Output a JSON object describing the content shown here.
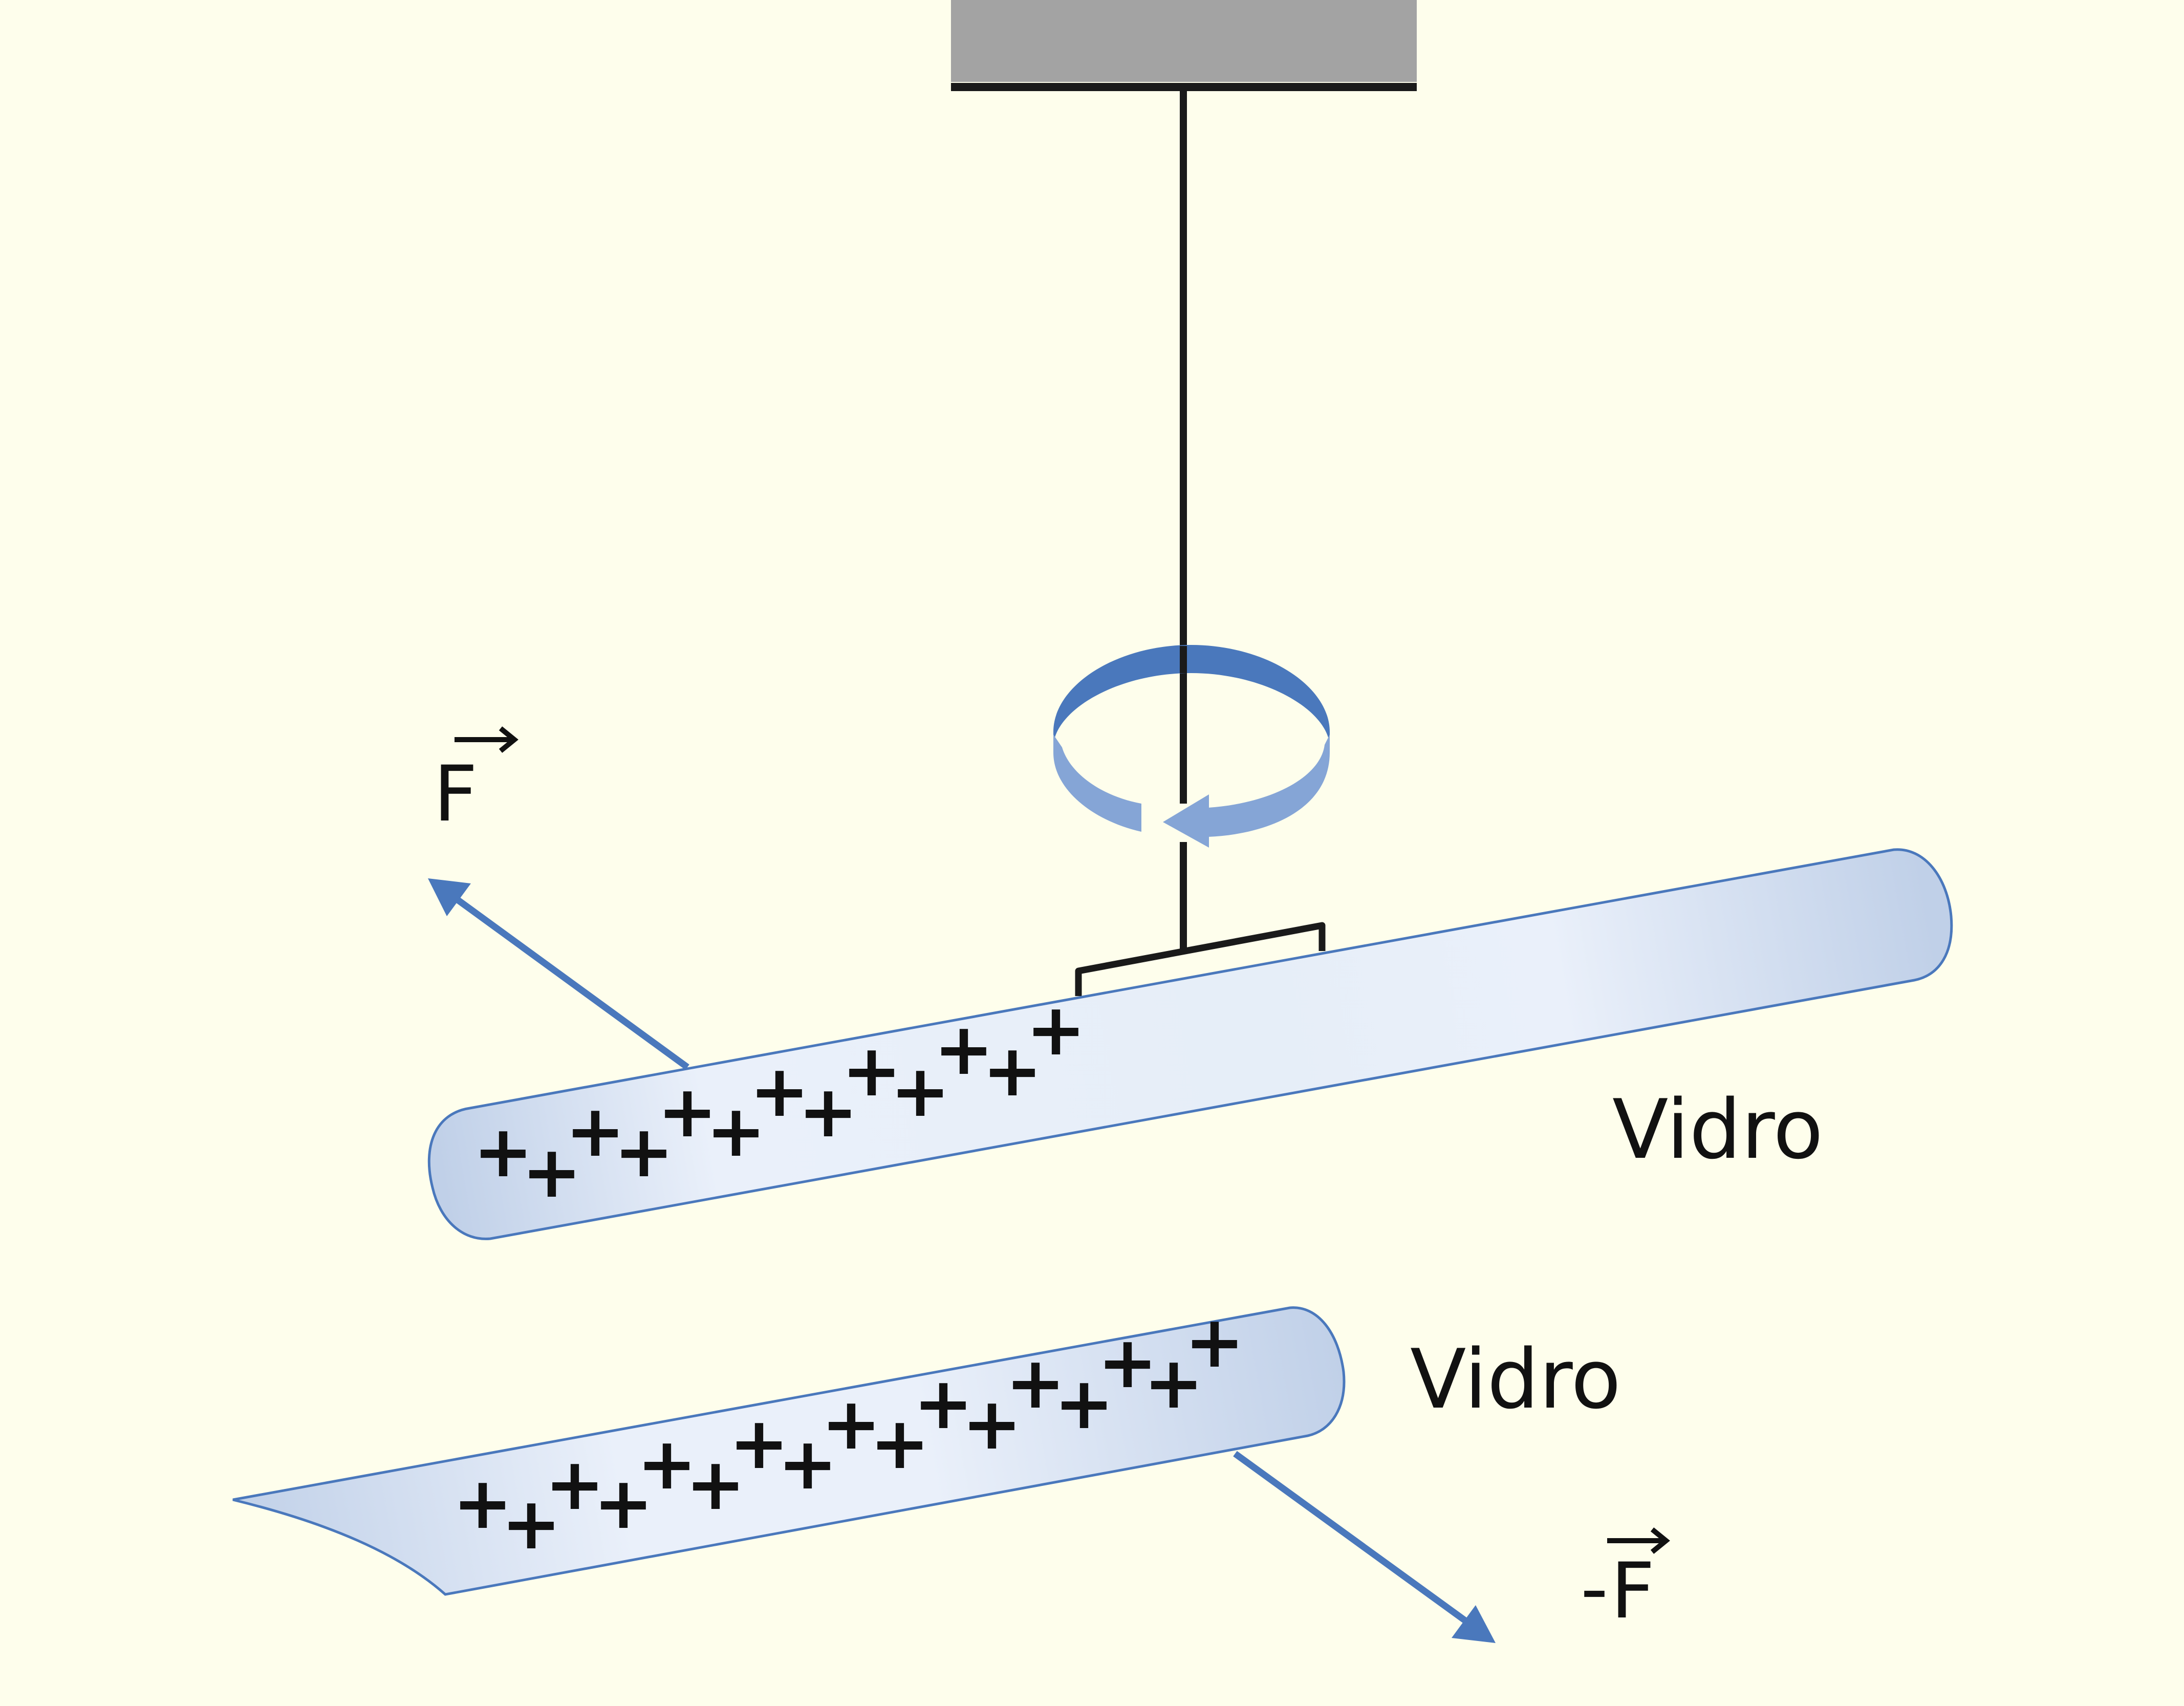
{
  "labels": {
    "upper_rod": "Vidro",
    "lower_rod": "Vidro",
    "force_upper": "F",
    "force_lower_sign": "-",
    "force_lower": "F"
  },
  "charges": {
    "upper_rod": [
      "+",
      "+",
      "+",
      "+",
      "+",
      "+",
      "+",
      "+",
      "+",
      "+",
      "+",
      "+",
      "+"
    ],
    "lower_rod": [
      "+",
      "+",
      "+",
      "+",
      "+",
      "+",
      "+",
      "+",
      "+",
      "+",
      "+",
      "+",
      "+",
      "+",
      "+",
      "+",
      "+"
    ]
  },
  "colors": {
    "background": "#FEFEEC",
    "rod_fill": "#C0D0E8",
    "rod_highlight": "#EAF0FA",
    "rod_stroke": "#4A78BC",
    "arrow": "#4A78BC",
    "rotation_dark": "#4A78BC",
    "rotation_light": "#85A5D6",
    "support": "#A3A3A3",
    "wire": "#1A1A1A"
  },
  "icons": {
    "rotation": "rotation-arrow-icon",
    "force": "vector-arrow-icon"
  }
}
